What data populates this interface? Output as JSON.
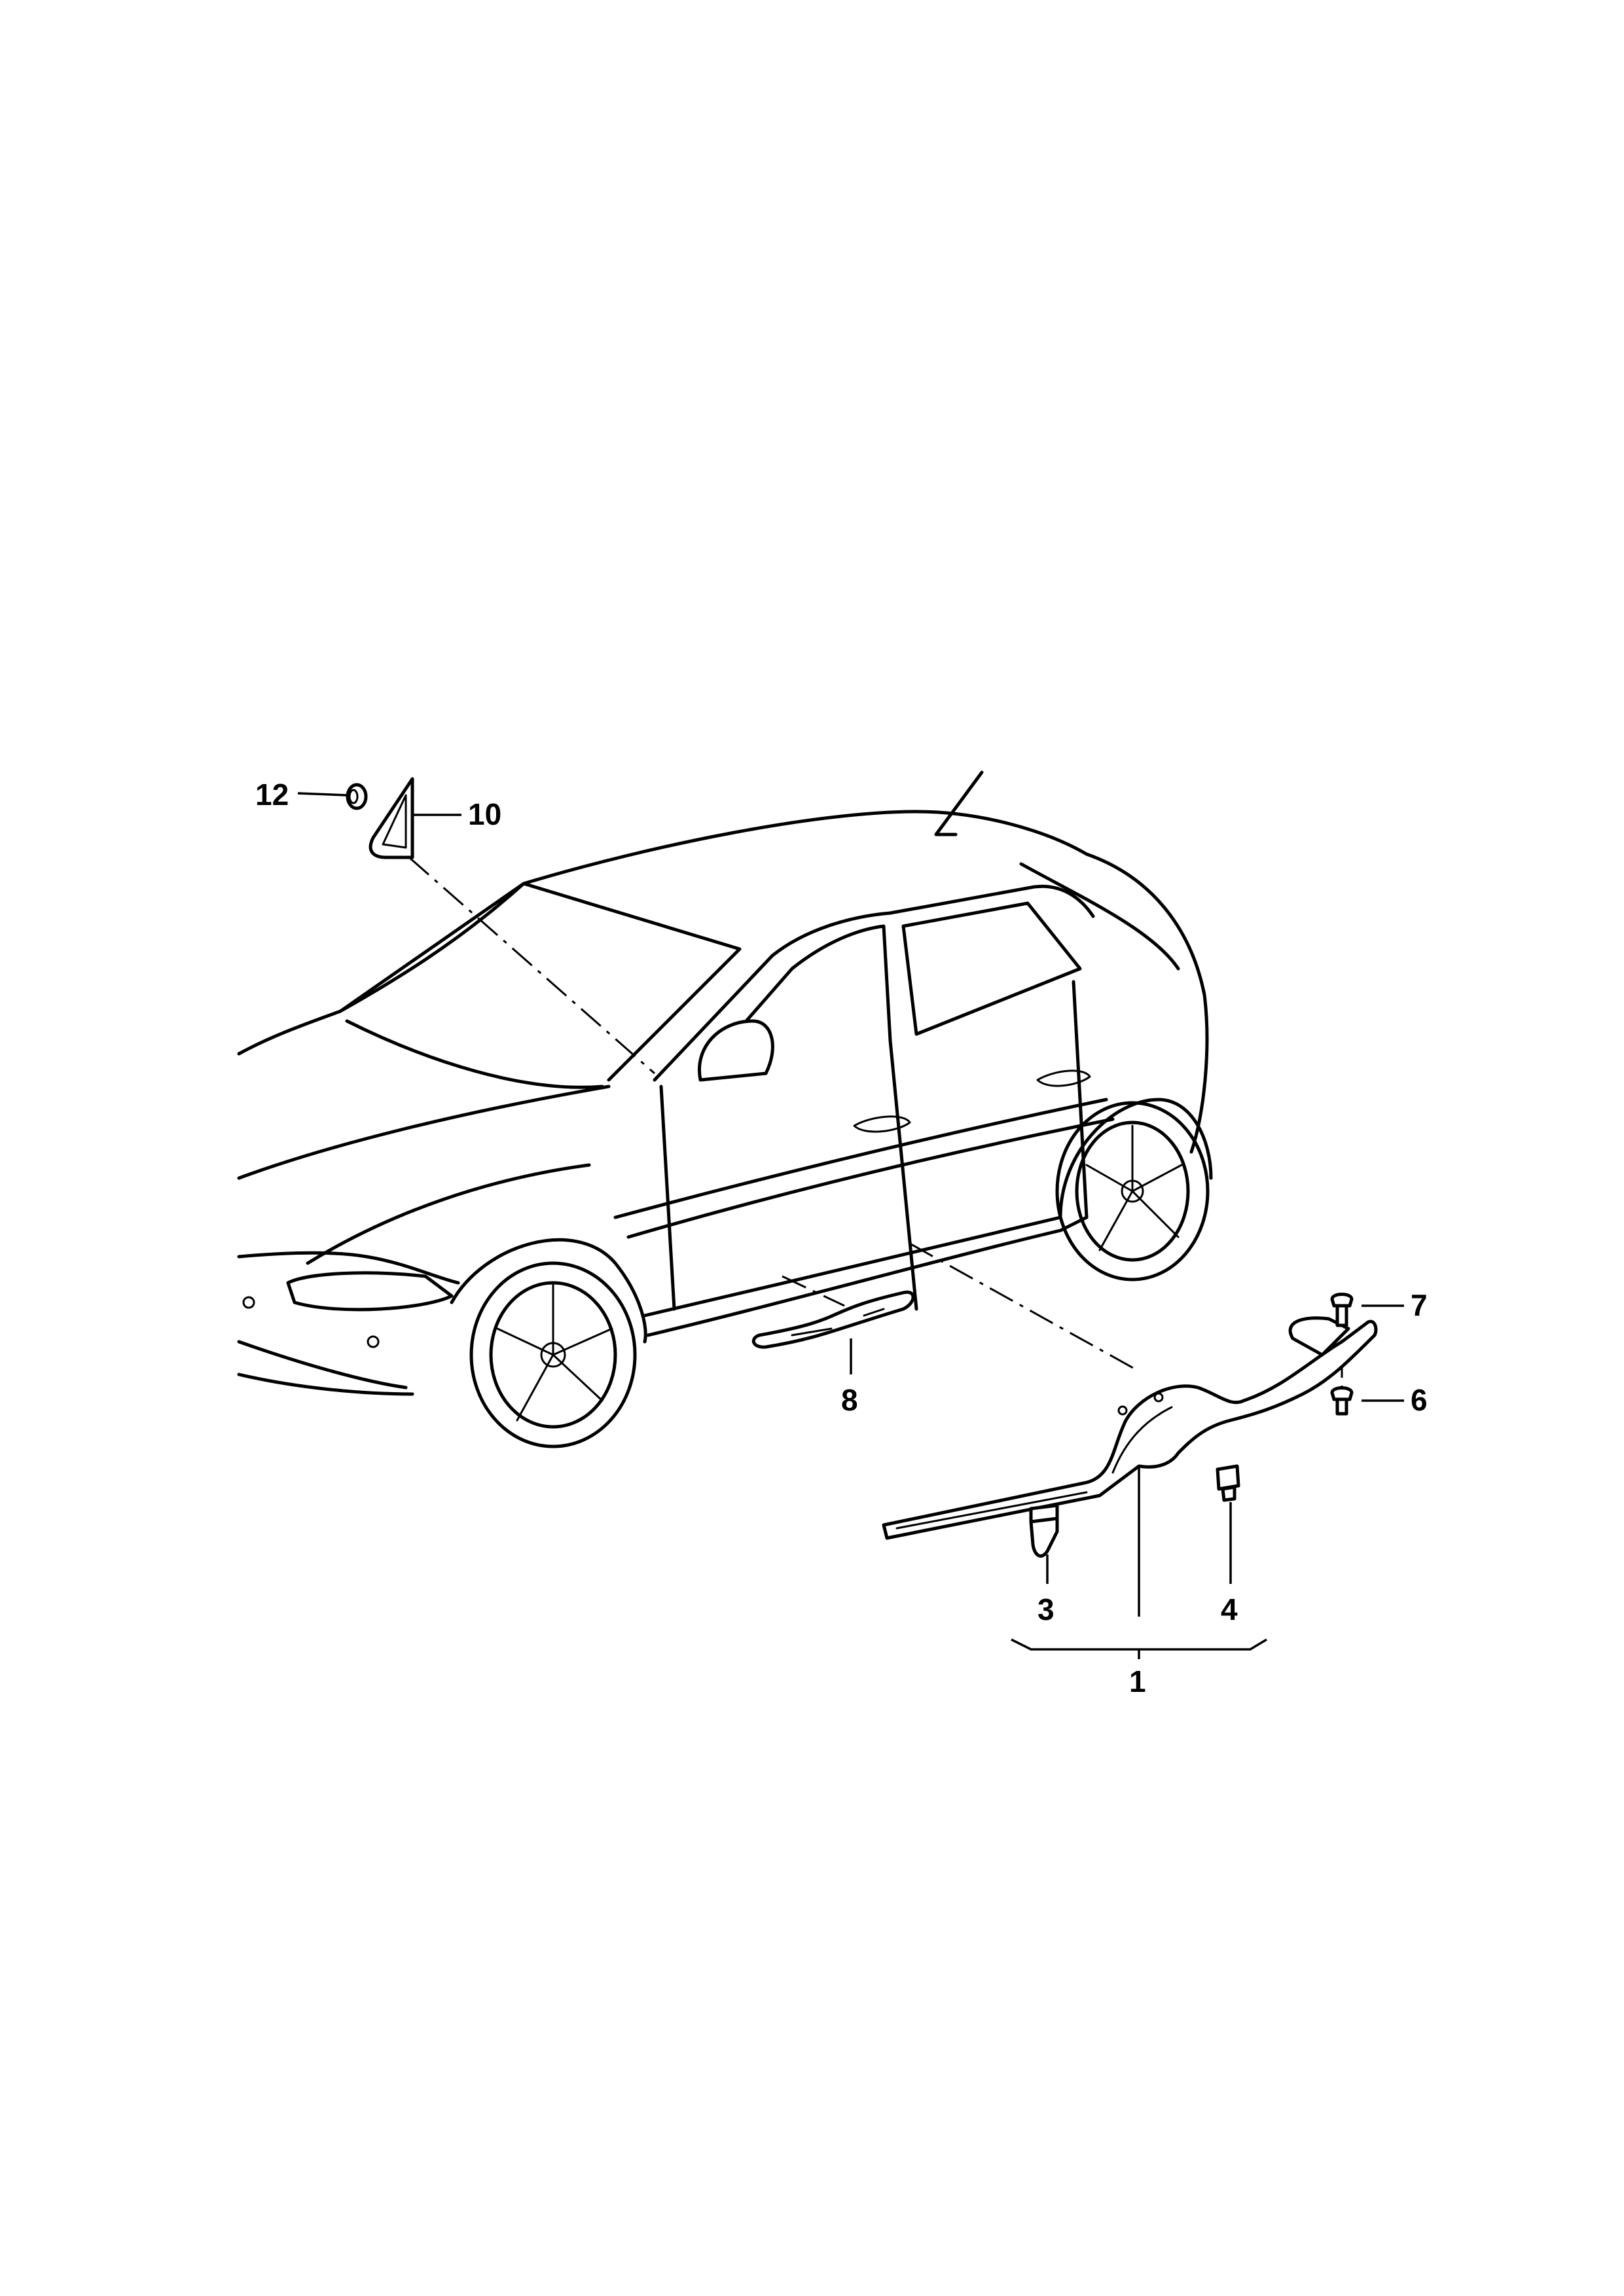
{
  "callouts": {
    "part_1": "1",
    "part_3": "3",
    "part_4": "4",
    "part_6": "6",
    "part_7": "7",
    "part_8": "8",
    "part_10": "10",
    "part_12": "12"
  }
}
